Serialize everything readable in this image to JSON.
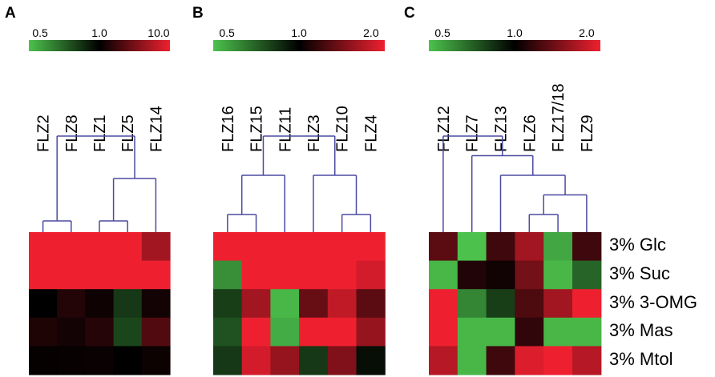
{
  "panels": [
    {
      "id": "A"
    },
    {
      "id": "B"
    },
    {
      "id": "C"
    }
  ],
  "rows": [
    "3% Glc",
    "3% Suc",
    "3% 3-OMG",
    "3% Mas",
    "3% Mtol"
  ],
  "chart_data": [
    {
      "type": "heatmap",
      "panel": "A",
      "colorscale": {
        "low_color": "#4cc24c",
        "mid_color": "#000000",
        "high_color": "#ee2030",
        "tick_labels": [
          "0.5",
          "1.0",
          "10.0"
        ],
        "tick_values": [
          0.5,
          1.0,
          10.0
        ],
        "log": true
      },
      "columns": [
        "FLZ2",
        "FLZ8",
        "FLZ1",
        "FLZ5",
        "FLZ14"
      ],
      "rows": [
        "3% Glc",
        "3% Suc",
        "3% 3-OMG",
        "3% Mas",
        "3% Mtol"
      ],
      "values": [
        [
          10.0,
          10.0,
          10.0,
          10.0,
          4.8
        ],
        [
          10.0,
          10.0,
          10.0,
          10.0,
          10.0
        ],
        [
          1.0,
          1.4,
          1.15,
          0.82,
          1.2
        ],
        [
          1.35,
          1.2,
          1.45,
          0.78,
          2.2
        ],
        [
          1.05,
          1.08,
          1.1,
          1.0,
          1.12
        ]
      ],
      "dendrogram": "((FLZ2,FLZ8),((FLZ1,FLZ5),FLZ14))",
      "legend": "top"
    },
    {
      "type": "heatmap",
      "panel": "B",
      "colorscale": {
        "low_color": "#4cc24c",
        "mid_color": "#000000",
        "high_color": "#ee2030",
        "tick_labels": [
          "0.5",
          "1.0",
          "2.0"
        ],
        "tick_values": [
          0.5,
          1.0,
          2.0
        ],
        "log": true
      },
      "columns": [
        "FLZ16",
        "FLZ15",
        "FLZ11",
        "FLZ3",
        "FLZ10",
        "FLZ4"
      ],
      "rows": [
        "3% Glc",
        "3% Suc",
        "3% 3-OMG",
        "3% Mas",
        "3% Mtol"
      ],
      "values": [
        [
          2.0,
          2.0,
          2.0,
          2.0,
          2.0,
          2.0
        ],
        [
          0.6,
          2.0,
          2.0,
          2.0,
          2.0,
          1.85
        ],
        [
          0.8,
          1.6,
          0.52,
          1.35,
          1.75,
          1.3
        ],
        [
          0.75,
          2.0,
          0.54,
          2.0,
          2.0,
          1.55
        ],
        [
          0.82,
          1.85,
          1.55,
          0.82,
          1.45,
          0.95
        ]
      ],
      "dendrogram": "(((FLZ16,FLZ15),FLZ11),(FLZ3,(FLZ10,FLZ4)))",
      "legend": "top"
    },
    {
      "type": "heatmap",
      "panel": "C",
      "colorscale": {
        "low_color": "#4cc24c",
        "mid_color": "#000000",
        "high_color": "#ee2030",
        "tick_labels": [
          "0.5",
          "1.0",
          "2.0"
        ],
        "tick_values": [
          0.5,
          1.0,
          2.0
        ],
        "log": true
      },
      "columns": [
        "FLZ12",
        "FLZ7",
        "FLZ13",
        "FLZ6",
        "FLZ17/18",
        "FLZ9"
      ],
      "rows": [
        "3% Glc",
        "3% Suc",
        "3% 3-OMG",
        "3% Mas",
        "3% Mtol"
      ],
      "values": [
        [
          1.3,
          0.5,
          1.2,
          1.6,
          0.55,
          1.2
        ],
        [
          0.52,
          1.1,
          1.05,
          1.4,
          0.52,
          0.7
        ],
        [
          2.0,
          0.62,
          0.8,
          1.25,
          1.6,
          2.0
        ],
        [
          2.0,
          0.52,
          0.52,
          1.15,
          0.52,
          0.52
        ],
        [
          1.7,
          0.52,
          1.2,
          1.9,
          2.0,
          1.7
        ]
      ],
      "dendrogram": "(FLZ12,(FLZ7,(FLZ13,((FLZ6,FLZ17/18),FLZ9))))",
      "legend": "top"
    }
  ]
}
